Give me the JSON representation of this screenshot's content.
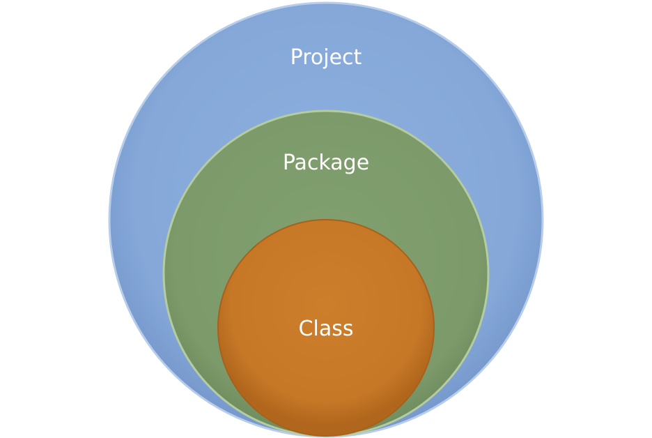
{
  "diagram": {
    "type": "nested-circles",
    "circles": [
      {
        "label": "Project",
        "fill": "#86a9da",
        "edge": "#6f93c8"
      },
      {
        "label": "Package",
        "fill": "#7e9a6c",
        "edge": "#a9c296"
      },
      {
        "label": "Class",
        "fill": "#c77a2a",
        "edge": "#a85f17"
      }
    ]
  }
}
